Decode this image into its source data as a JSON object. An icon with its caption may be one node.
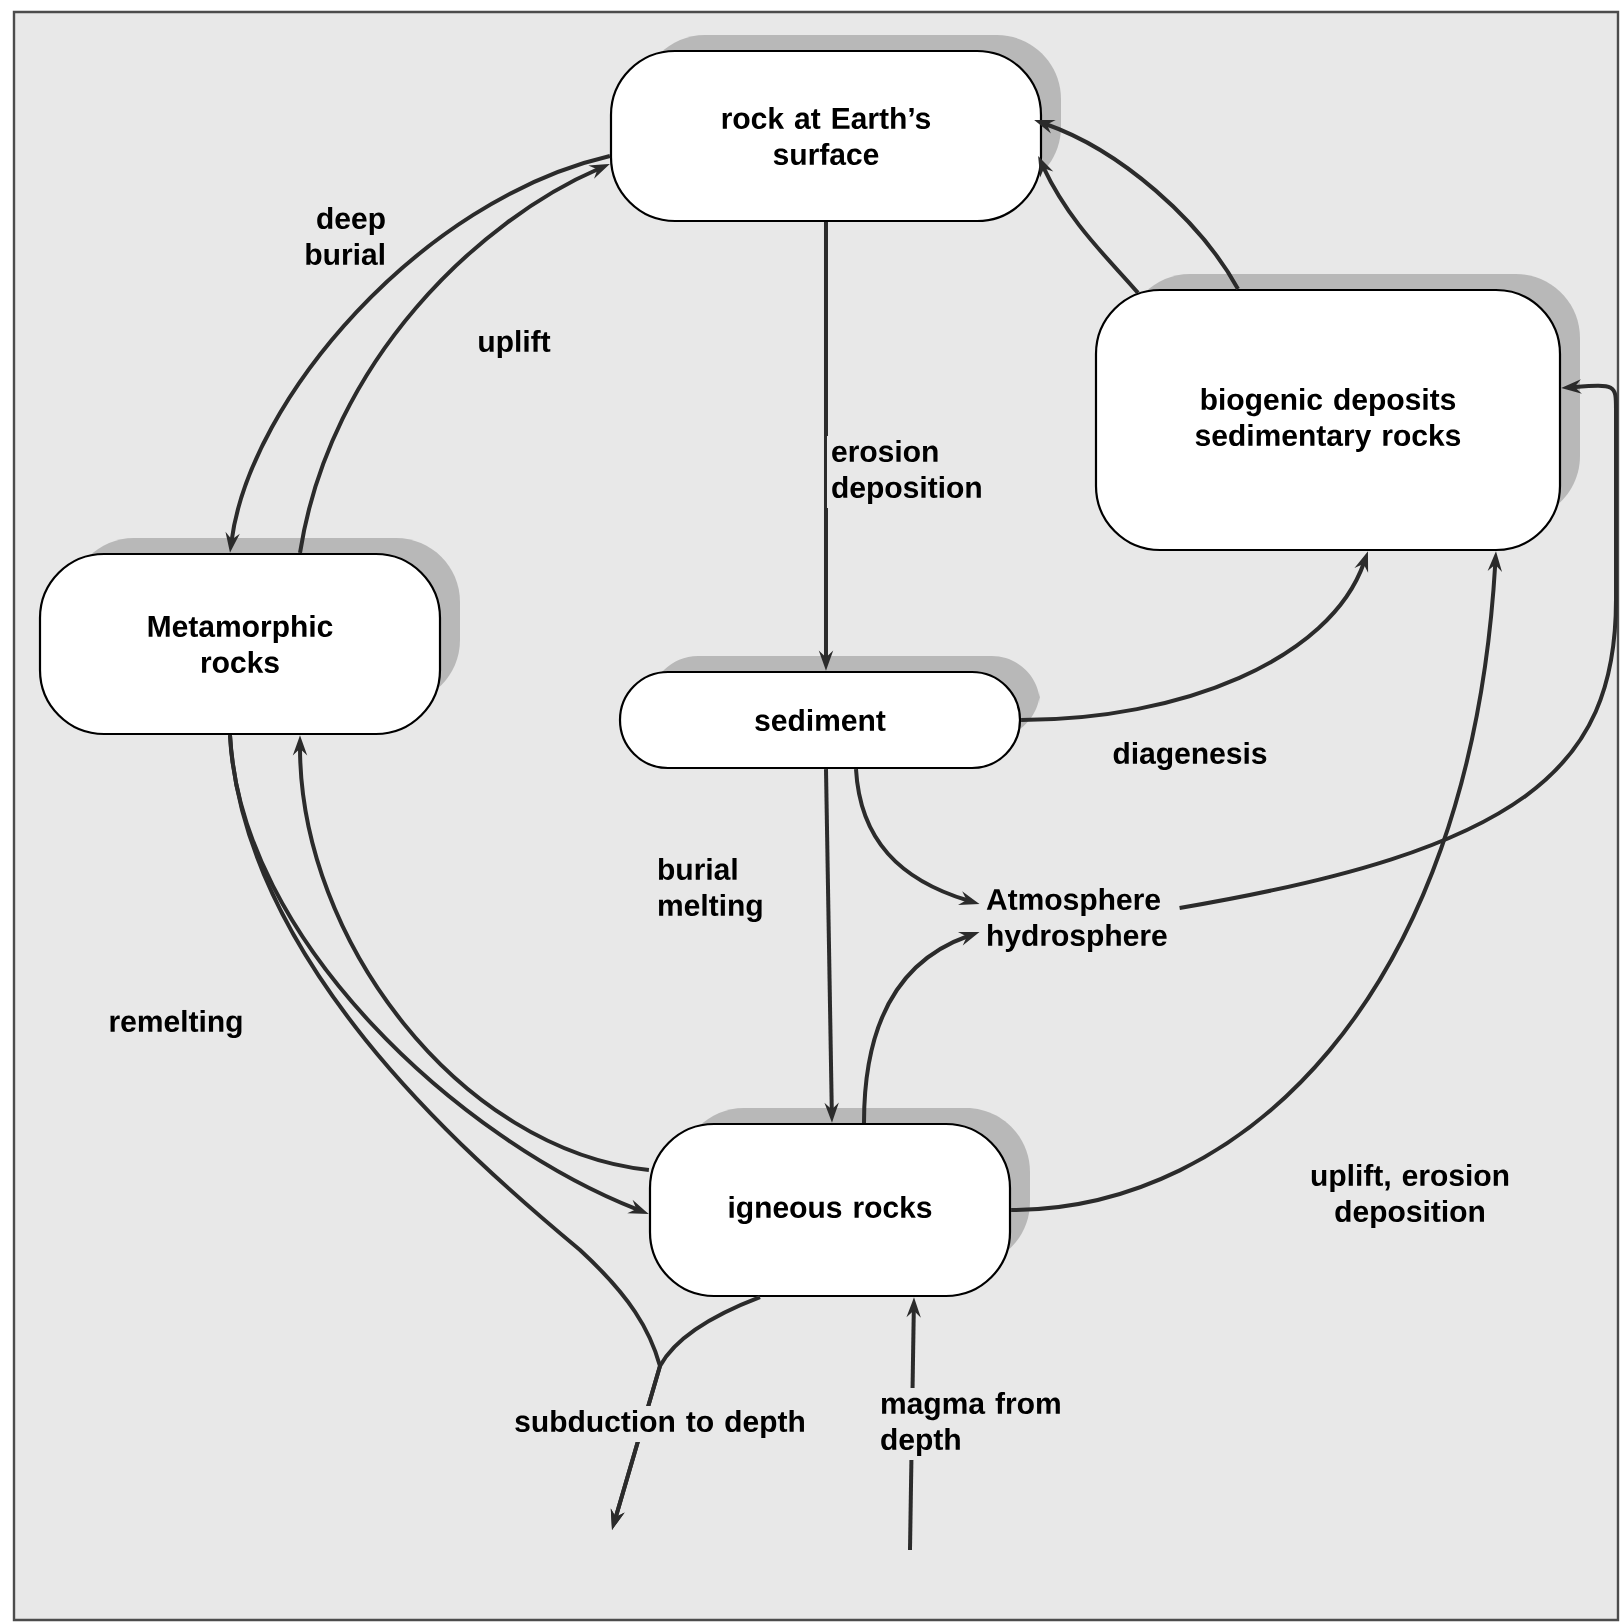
{
  "diagram": {
    "nodes": [
      {
        "text": [
          "rock at Earth’s surface"
        ]
      },
      {
        "text": [
          "biogenic deposits sedimentary rocks"
        ]
      },
      {
        "text": [
          "Metamorphic rocks"
        ]
      },
      {
        "text": [
          "sediment"
        ]
      },
      {
        "text": [
          "Atmosphere hydrosphere"
        ]
      },
      {
        "text": [
          "igneous rocks"
        ]
      }
    ],
    "edges": [
      {
        "from": 0,
        "to": 2,
        "arrow": "to",
        "label": "deep burial"
      },
      {
        "from": 2,
        "to": 0,
        "arrow": "to",
        "label": "uplift"
      },
      {
        "from": 0,
        "to": 3,
        "arrow": "to",
        "label": "erosion deposition"
      },
      {
        "from": 1,
        "to": 0,
        "arrow": "to"
      },
      {
        "from": 1,
        "to": 0,
        "arrow": "to"
      },
      {
        "from": 3,
        "to": 1,
        "arrow": "to",
        "label": "diagenesis"
      },
      {
        "from": 3,
        "to": 4,
        "arrow": "to"
      },
      {
        "from": 3,
        "to": 5,
        "arrow": "to",
        "label": "burial melting"
      },
      {
        "from": 5,
        "to": 4,
        "arrow": "to"
      },
      {
        "from": 5,
        "to": 1,
        "arrow": "to",
        "label": "uplift, erosion deposition"
      },
      {
        "from": 4,
        "to": 1,
        "arrow": "to"
      },
      {
        "from": 5,
        "to": 2,
        "arrow": "to"
      },
      {
        "from": 2,
        "to": 5,
        "arrow": "to",
        "label": "remelting"
      },
      {
        "from": 2,
        "to": null,
        "arrow": "to"
      },
      {
        "from": 5,
        "to": null,
        "arrow": "to",
        "label": "subduction to depth"
      },
      {
        "from": null,
        "to": 5,
        "arrow": "to",
        "label": "magma from depth"
      }
    ]
  }
}
